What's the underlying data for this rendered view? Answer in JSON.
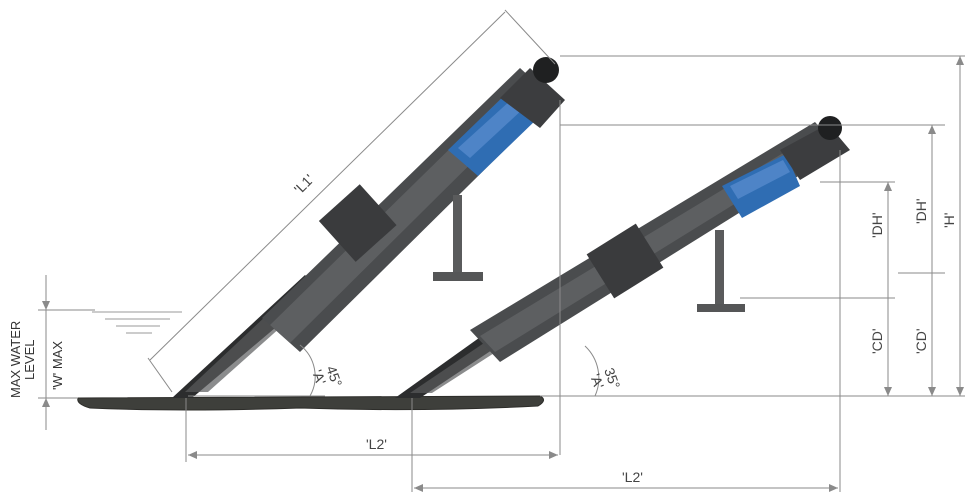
{
  "labels": {
    "l1": "'L1'",
    "l2_left": "'L2'",
    "l2_right": "'L2'",
    "h": "'H'",
    "dh_inner": "'DH'",
    "dh_outer": "'DH'",
    "cd_inner": "'CD'",
    "cd_outer": "'CD'",
    "angle_45": "45°",
    "angle_35": "35°",
    "a_left": "'A'",
    "a_right": "'A'",
    "max_water_level": "MAX WATER",
    "level": "LEVEL",
    "w_max": "'W' MAX"
  },
  "colors": {
    "dimension_line": "#8a8a8a",
    "machine_body": "#4a4c4e",
    "machine_dark": "#2b2c2e",
    "motor_blue": "#2f6db3",
    "ground": "#3e3f3b"
  }
}
